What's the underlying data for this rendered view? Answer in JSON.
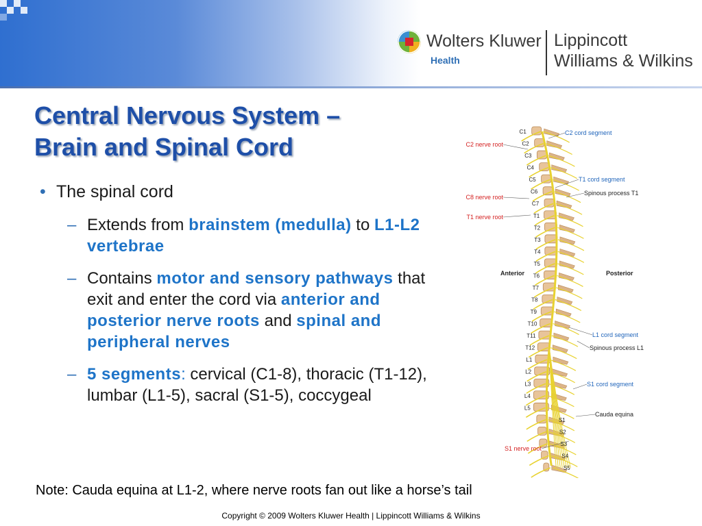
{
  "header": {
    "brand_main": "Wolters Kluwer",
    "brand_sub": "Health",
    "brand_right_line1": "Lippincott",
    "brand_right_line2": "Williams & Wilkins"
  },
  "title": {
    "line1": "Central Nervous System –",
    "line2": "Brain and Spinal Cord"
  },
  "bullet": "The spinal cord",
  "subbullets": {
    "extends": {
      "pre": "Extends from ",
      "hl1": "brainstem (medulla)",
      "mid": " to ",
      "hl2": "L1-L2 vertebrae"
    },
    "contains": {
      "pre": "Contains ",
      "hl1": "motor and sensory pathways",
      "mid1": " that exit and enter the cord via ",
      "hl2": "anterior and posterior nerve roots",
      "mid2": " and ",
      "hl3": "spinal and peripheral nerves"
    },
    "segments": {
      "hl": "5 segments",
      "colon": ":",
      "rest": " cervical (C1-8), thoracic (T1-12), lumbar (L1-5), sacral (S1-5), coccygeal"
    }
  },
  "note": "Note: Cauda equina at L1-2, where nerve roots fan out like a horse’s tail",
  "copyright": "Copyright © 2009 Wolters Kluwer Health | Lippincott Williams & Wilkins",
  "figure": {
    "labels_left_red": [
      "C2 nerve root",
      "C8 nerve root",
      "T1 nerve root",
      "S1 nerve root"
    ],
    "labels_right_blue": [
      "C2 cord segment",
      "T1 cord segment",
      "L1 cord segment",
      "S1 cord segment"
    ],
    "labels_right_dark": [
      "Spinous process T1",
      "Spinous process L1",
      "Cauda equina"
    ],
    "orientation": [
      "Anterior",
      "Posterior"
    ],
    "vertebra_labels": [
      "C1",
      "C2",
      "C3",
      "C4",
      "C5",
      "C6",
      "C7",
      "T1",
      "T2",
      "T3",
      "T4",
      "T5",
      "T6",
      "T7",
      "T8",
      "T9",
      "T10",
      "T11",
      "T12",
      "L1",
      "L2",
      "L3",
      "L4",
      "L5",
      "S1",
      "S2",
      "S3",
      "S4",
      "S5"
    ]
  },
  "colors": {
    "title": "#1e4fa8",
    "highlight": "#1e74c8",
    "nerve": "#e8d230",
    "bone": "#e8c49a",
    "red_label": "#d42020",
    "blue_label": "#2266bb"
  }
}
